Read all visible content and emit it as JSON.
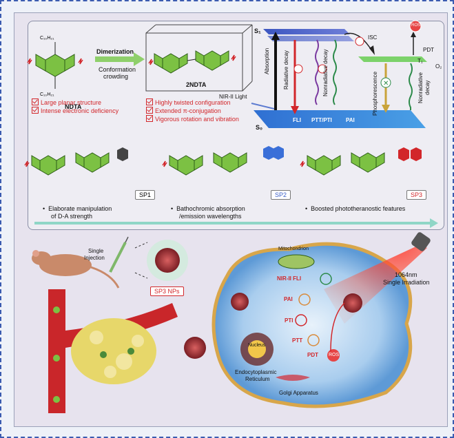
{
  "top": {
    "ndta_label": "NDTA",
    "dimer_label": "2NDTA",
    "arrow_title": "Dimerization",
    "arrow_sub": [
      "Conformation",
      "crowding"
    ],
    "left_features": [
      "Large planar structure",
      "Intense electronic deficiency"
    ],
    "right_features": [
      "Highly twisted configuration",
      "Extended π-conjugation",
      "Vigorous rotation and vibration"
    ]
  },
  "jablonski": {
    "s1": "S₁",
    "s0": "S₀",
    "t1": "T₁",
    "nir": "NIR-II Light",
    "absorption": "Absorption",
    "radiative": "Radiative decay",
    "nonradiative1": "Nonradiative decay",
    "isc": "ISC",
    "phosphorescence": "Phosphorescence",
    "nonradiative2": [
      "Nonradiative",
      "decay"
    ],
    "pdt": "PDT",
    "o2": "O₂",
    "ros": "ROS",
    "fli": "FLI",
    "ptt_pai": "PTT/PTI",
    "pai": "PAI"
  },
  "polymers": {
    "labels": [
      "SP1",
      "SP2",
      "SP3"
    ],
    "captions": [
      [
        "Elaborate manipulation",
        "of D-A strength"
      ],
      [
        "Bathochromic absorption",
        "/emission wavelengths"
      ],
      [
        "Boosted phototheranostic features"
      ]
    ]
  },
  "bottom": {
    "injection": [
      "Single",
      "Injection"
    ],
    "nps": "SP3 NPs",
    "laser": [
      "1064nm",
      "Single Irradiation"
    ],
    "mito": "Mitochondrion",
    "nir_fli": "NIR-II FLI",
    "pai": "PAI",
    "pti": "PTI",
    "ptt": "PTT",
    "pdt": "PDT",
    "ros": "ROS",
    "nucleus": "Nucleus",
    "er": [
      "Endocytoplasmic",
      "Reticulum"
    ],
    "golgi": "Golgi Apparatus"
  },
  "colors": {
    "green_core": "#7cc143",
    "red_accent": "#d2262a",
    "blue_level": "#3a5fc8",
    "vessel": "#c9262a"
  }
}
